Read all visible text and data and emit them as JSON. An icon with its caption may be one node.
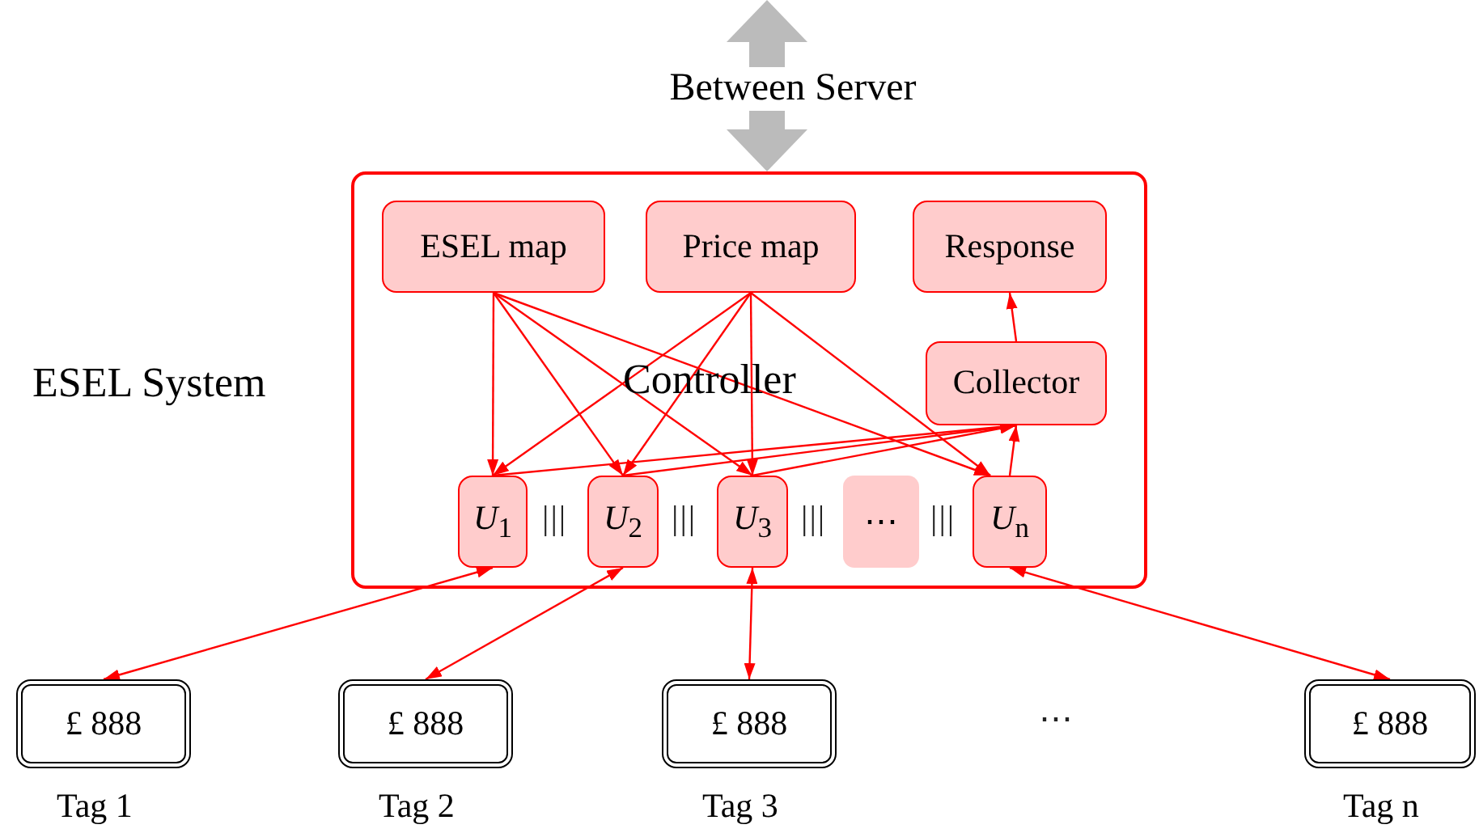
{
  "diagram": {
    "nodes": [
      {
        "text": [
          "Controller"
        ],
        "beside": [
          "ESEL System"
        ]
      },
      {
        "text": [
          "ESEL map"
        ],
        "in": 0
      },
      {
        "text": [
          "Price map"
        ],
        "in": 0
      },
      {
        "text": [
          "Response"
        ],
        "in": 0
      },
      {
        "text": [
          "Collector"
        ],
        "in": 0
      },
      {
        "text": [
          "*U*$_{1}$"
        ],
        "in": 0
      },
      {
        "text": [
          "*U*$_{2}$"
        ],
        "in": 0
      },
      {
        "text": [
          "*U*$_{3}$"
        ],
        "in": 0
      },
      {
        "text": [
          "⋯"
        ],
        "in": 0
      },
      {
        "text": [
          "*U*$_{n}$"
        ],
        "in": 0
      },
      {
        "text": [
          "£ 888"
        ],
        "beside": [
          "Tag 1"
        ]
      },
      {
        "text": [
          "£ 888"
        ],
        "beside": [
          "Tag 2"
        ]
      },
      {
        "text": [
          "£ 888"
        ],
        "beside": [
          "Tag 3"
        ]
      },
      {
        "text": [
          "£ 888"
        ],
        "beside": [
          "Tag n"
        ]
      }
    ],
    "edges": [
      {
        "from": 0,
        "to": null,
        "arrow": "both",
        "label": "Between Server",
        "style": "thick",
        "color": "#bbbbbb"
      },
      {
        "from": 1,
        "to": 5,
        "arrow": "to"
      },
      {
        "from": 1,
        "to": 6,
        "arrow": "to"
      },
      {
        "from": 1,
        "to": 7,
        "arrow": "to"
      },
      {
        "from": 1,
        "to": 9,
        "arrow": "to"
      },
      {
        "from": 2,
        "to": 5,
        "arrow": "to"
      },
      {
        "from": 2,
        "to": 6,
        "arrow": "to"
      },
      {
        "from": 2,
        "to": 7,
        "arrow": "to"
      },
      {
        "from": 2,
        "to": 9,
        "arrow": "to"
      },
      {
        "from": 5,
        "to": 4,
        "arrow": "to"
      },
      {
        "from": 6,
        "to": 4,
        "arrow": "to"
      },
      {
        "from": 7,
        "to": 4,
        "arrow": "to"
      },
      {
        "from": 9,
        "to": 4,
        "arrow": "to"
      },
      {
        "from": 4,
        "to": 3,
        "arrow": "to"
      },
      {
        "from": 5,
        "to": 10,
        "arrow": "both"
      },
      {
        "from": 6,
        "to": 11,
        "arrow": "both"
      },
      {
        "from": 7,
        "to": 12,
        "arrow": "both"
      },
      {
        "from": 9,
        "to": 13,
        "arrow": "both"
      }
    ],
    "labels": [
      "|||",
      "|||",
      "|||",
      "|||",
      "⋯"
    ]
  }
}
